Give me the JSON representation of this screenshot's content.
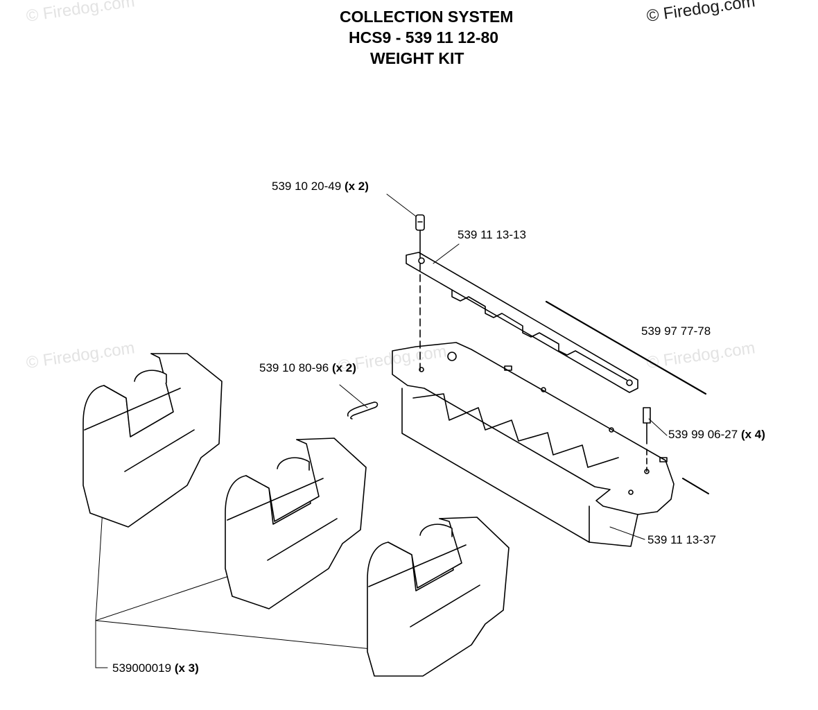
{
  "header": {
    "line1": "COLLECTION SYSTEM",
    "line2": "HCS9 - 539 11 12-80",
    "line3": "WEIGHT KIT"
  },
  "watermark": {
    "text": "© Firedog.com"
  },
  "parts": [
    {
      "number": "539 10 20-49",
      "qty": "(x 2)"
    },
    {
      "number": "539 11 13-13",
      "qty": ""
    },
    {
      "number": "539 97 77-78",
      "qty": ""
    },
    {
      "number": "539 10 80-96",
      "qty": "(x 2)"
    },
    {
      "number": "539 99 06-27",
      "qty": "(x 4)"
    },
    {
      "number": "539 11 13-37",
      "qty": ""
    },
    {
      "number": "539000019",
      "qty": "(x 3)"
    }
  ]
}
